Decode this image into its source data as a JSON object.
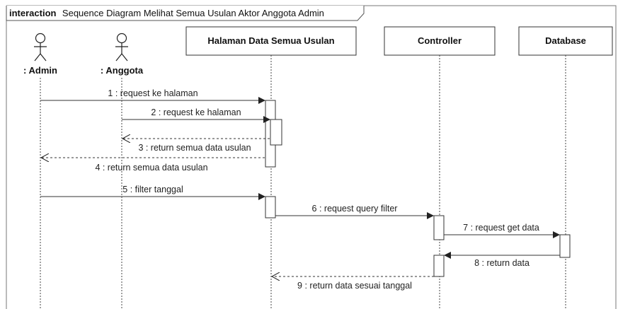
{
  "frame": {
    "keyword": "interaction",
    "title": "Sequence Diagram Melihat Semua Usulan Aktor Anggota Admin"
  },
  "participants": [
    {
      "id": "admin",
      "kind": "actor",
      "name": ": Admin"
    },
    {
      "id": "anggota",
      "kind": "actor",
      "name": ": Anggota"
    },
    {
      "id": "halaman",
      "kind": "object",
      "name": "Halaman Data Semua Usulan"
    },
    {
      "id": "controller",
      "kind": "object",
      "name": "Controller"
    },
    {
      "id": "database",
      "kind": "object",
      "name": "Database"
    }
  ],
  "messages": [
    {
      "label": "1 : request ke halaman",
      "from": "admin",
      "to": "halaman",
      "type": "sync"
    },
    {
      "label": "2 : request ke halaman",
      "from": "anggota",
      "to": "halaman",
      "type": "sync"
    },
    {
      "label": "3 : return semua data usulan",
      "from": "halaman",
      "to": "anggota",
      "type": "return"
    },
    {
      "label": "4 : return semua data usulan",
      "from": "halaman",
      "to": "admin",
      "type": "return"
    },
    {
      "label": "5 : filter tanggal",
      "from": "admin",
      "to": "halaman",
      "type": "sync"
    },
    {
      "label": "6 : request query filter",
      "from": "halaman",
      "to": "controller",
      "type": "sync"
    },
    {
      "label": "7 : request get data",
      "from": "controller",
      "to": "database",
      "type": "sync"
    },
    {
      "label": "8 : return data",
      "from": "database",
      "to": "controller",
      "type": "sync"
    },
    {
      "label": "9 : return data sesuai tanggal",
      "from": "controller",
      "to": "halaman",
      "type": "return"
    }
  ],
  "colors": {
    "line": "#333333",
    "box_fill": "#ffffff",
    "frame": "#555555"
  }
}
